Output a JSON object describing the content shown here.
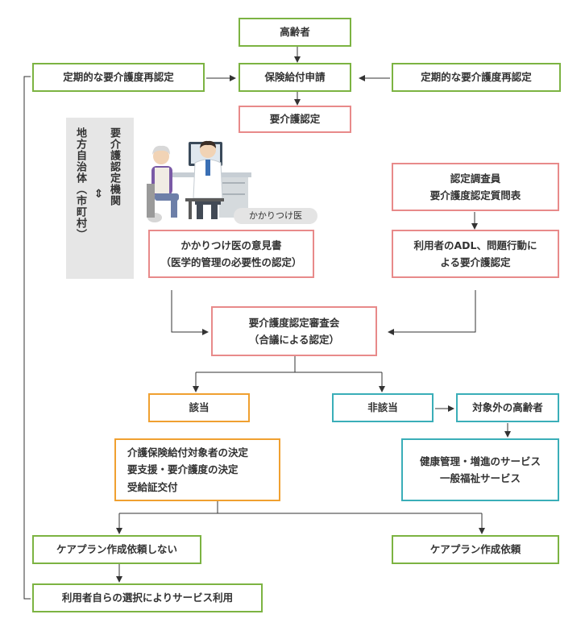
{
  "nodes": {
    "elderly": "高齢者",
    "reassess_left": "定期的な要介護度再認定",
    "application": "保険給付申請",
    "reassess_right": "定期的な要介護度再認定",
    "certification": "要介護認定",
    "municipality": {
      "col1": "要介護認定機関",
      "col2": "⇔",
      "col3": "地方自治体（市町村）"
    },
    "doctor_label": "かかりつけ医",
    "doctor_opinion": {
      "line1": "かかりつけ医の意見書",
      "line2": "（医学的管理の必要性の認定）"
    },
    "investigator": {
      "line1": "認定調査員",
      "line2": "要介護度認定質問表"
    },
    "adl": {
      "line1": "利用者のADL、問題行動に",
      "line2": "よる要介護認定"
    },
    "committee": {
      "line1": "要介護度認定審査会",
      "line2": "（合議による認定）"
    },
    "applicable": "該当",
    "not_applicable": "非該当",
    "non_target_elderly": "対象外の高齢者",
    "decision": {
      "line1": "介護保険給付対象者の決定",
      "line2": "要支援・要介護度の決定",
      "line3": "受給証交付"
    },
    "general_services": {
      "line1": "健康管理・増進のサービス",
      "line2": "一般福祉サービス"
    },
    "no_care_plan": "ケアプラン作成依頼しない",
    "care_plan": "ケアプラン作成依頼",
    "self_select": "利用者自らの選択によりサービス利用"
  },
  "colors": {
    "green": "#7cb342",
    "red": "#e88a8a",
    "orange": "#f0a030",
    "teal": "#3aaeb8",
    "arrow": "#333333",
    "panel": "#e6e6e6"
  },
  "icons": [
    "doctor-illustration",
    "elderly-patient-illustration",
    "computer-monitor-icon"
  ]
}
